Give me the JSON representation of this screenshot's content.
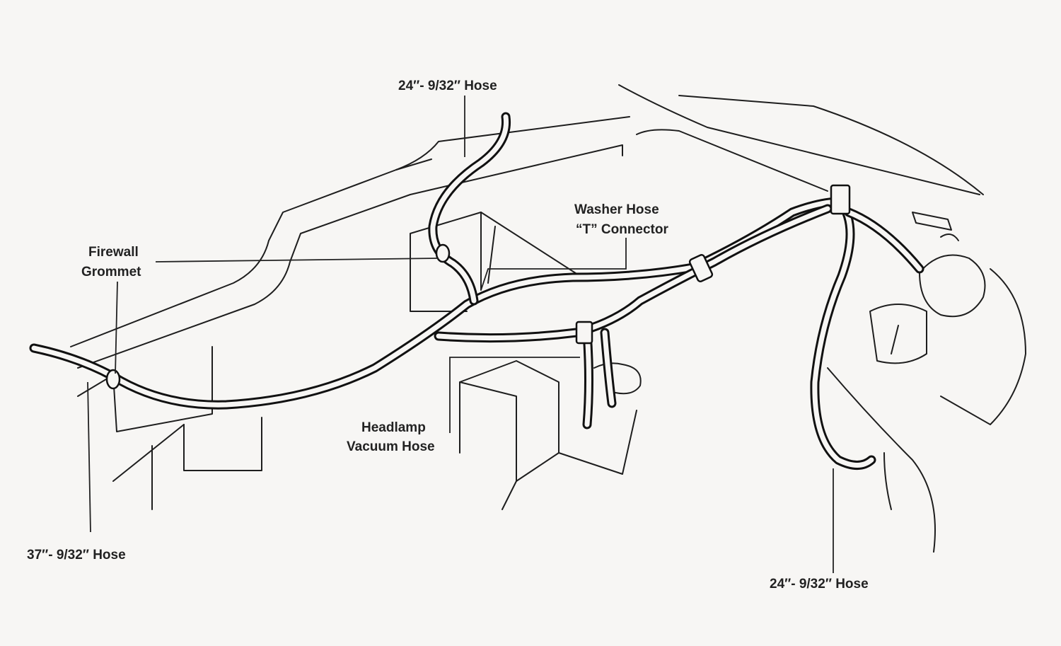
{
  "labels": {
    "top_hose": "24″- 9/32″ Hose",
    "washer_line1": "Washer Hose",
    "washer_line2": "“T” Connector",
    "firewall_line1": "Firewall",
    "firewall_line2": "Grommet",
    "headlamp_line1": "Headlamp",
    "headlamp_line2": "Vacuum Hose",
    "left_hose": "37″- 9/32″ Hose",
    "right_hose": "24″- 9/32″ Hose"
  }
}
